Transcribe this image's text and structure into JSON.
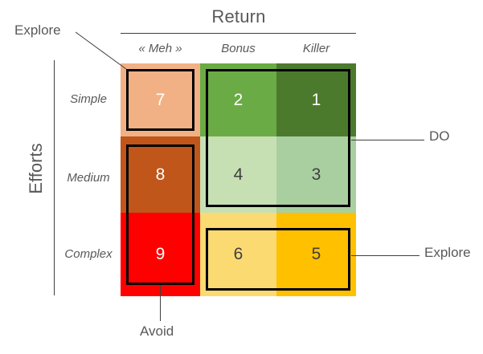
{
  "axes": {
    "x_title": "Return",
    "y_title": "Efforts",
    "columns": [
      "« Meh »",
      "Bonus",
      "Killer"
    ],
    "rows": [
      "Simple",
      "Medium",
      "Complex"
    ]
  },
  "chart_data": {
    "type": "heatmap",
    "title": "Return",
    "xlabel": "Return",
    "ylabel": "Efforts",
    "categories": [
      "« Meh »",
      "Bonus",
      "Killer"
    ],
    "rows": [
      "Simple",
      "Medium",
      "Complex"
    ],
    "grid": false,
    "legend": "none",
    "cells": [
      {
        "row": "Simple",
        "col": "« Meh »",
        "value": "7",
        "color": "#F2B184",
        "text_color": "#FFFFFF"
      },
      {
        "row": "Simple",
        "col": "Bonus",
        "value": "2",
        "color": "#6BAB45",
        "text_color": "#FFFFFF"
      },
      {
        "row": "Simple",
        "col": "Killer",
        "value": "1",
        "color": "#4C7A2D",
        "text_color": "#FFFFFF"
      },
      {
        "row": "Medium",
        "col": "« Meh »",
        "value": "8",
        "color": "#C0561A",
        "text_color": "#FFFFFF"
      },
      {
        "row": "Medium",
        "col": "Bonus",
        "value": "4",
        "color": "#C6E0B4",
        "text_color": "#3F3F3F"
      },
      {
        "row": "Medium",
        "col": "Killer",
        "value": "3",
        "color": "#A9CFA0",
        "text_color": "#3F3F3F"
      },
      {
        "row": "Complex",
        "col": "« Meh »",
        "value": "9",
        "color": "#FF0000",
        "text_color": "#FFFFFF"
      },
      {
        "row": "Complex",
        "col": "Bonus",
        "value": "6",
        "color": "#FCDA72",
        "text_color": "#3F3F3F"
      },
      {
        "row": "Complex",
        "col": "Killer",
        "value": "5",
        "color": "#FFC000",
        "text_color": "#3F3F3F"
      }
    ]
  },
  "callouts": {
    "explore_top_left": "Explore",
    "do": "DO",
    "explore_right": "Explore",
    "avoid": "Avoid"
  },
  "colors": {
    "line": "#3F3F3F",
    "outline": "#000000",
    "text": "#595959",
    "background": "#FFFFFF"
  }
}
